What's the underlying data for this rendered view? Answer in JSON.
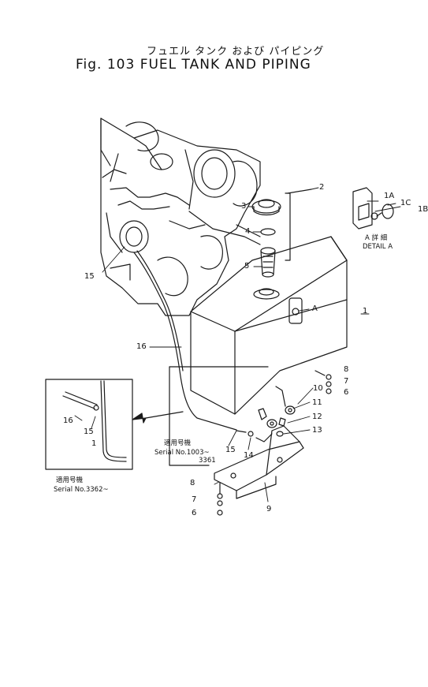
{
  "title_jp": "フュエル タンク および パイピング",
  "title_en": "Fig. 103  FUEL TANK AND PIPING",
  "detail": {
    "jp": "A 詳 細",
    "en": "DETAIL A"
  },
  "serial_main": {
    "jp": "適用号機",
    "line1": "Serial No.1003~",
    "line2": "3361"
  },
  "serial_inset": {
    "jp": "適用号機",
    "line1": "Serial No.3362~"
  },
  "callouts": {
    "c1": "1",
    "c1A": "1A",
    "c1B": "1B",
    "c1C": "1C",
    "c2": "2",
    "c3": "3",
    "c4": "4",
    "c5": "5",
    "c6a": "6",
    "c7a": "7",
    "c8a": "8",
    "c6b": "6",
    "c7b": "7",
    "c8b": "8",
    "c9": "9",
    "c10": "10",
    "c11": "11",
    "c12": "12",
    "c13": "13",
    "c14": "14",
    "c15a": "15",
    "c15b": "15",
    "c15c": "15",
    "c16a": "16",
    "c16b": "16",
    "c1i": "1",
    "arrowA": "A"
  }
}
